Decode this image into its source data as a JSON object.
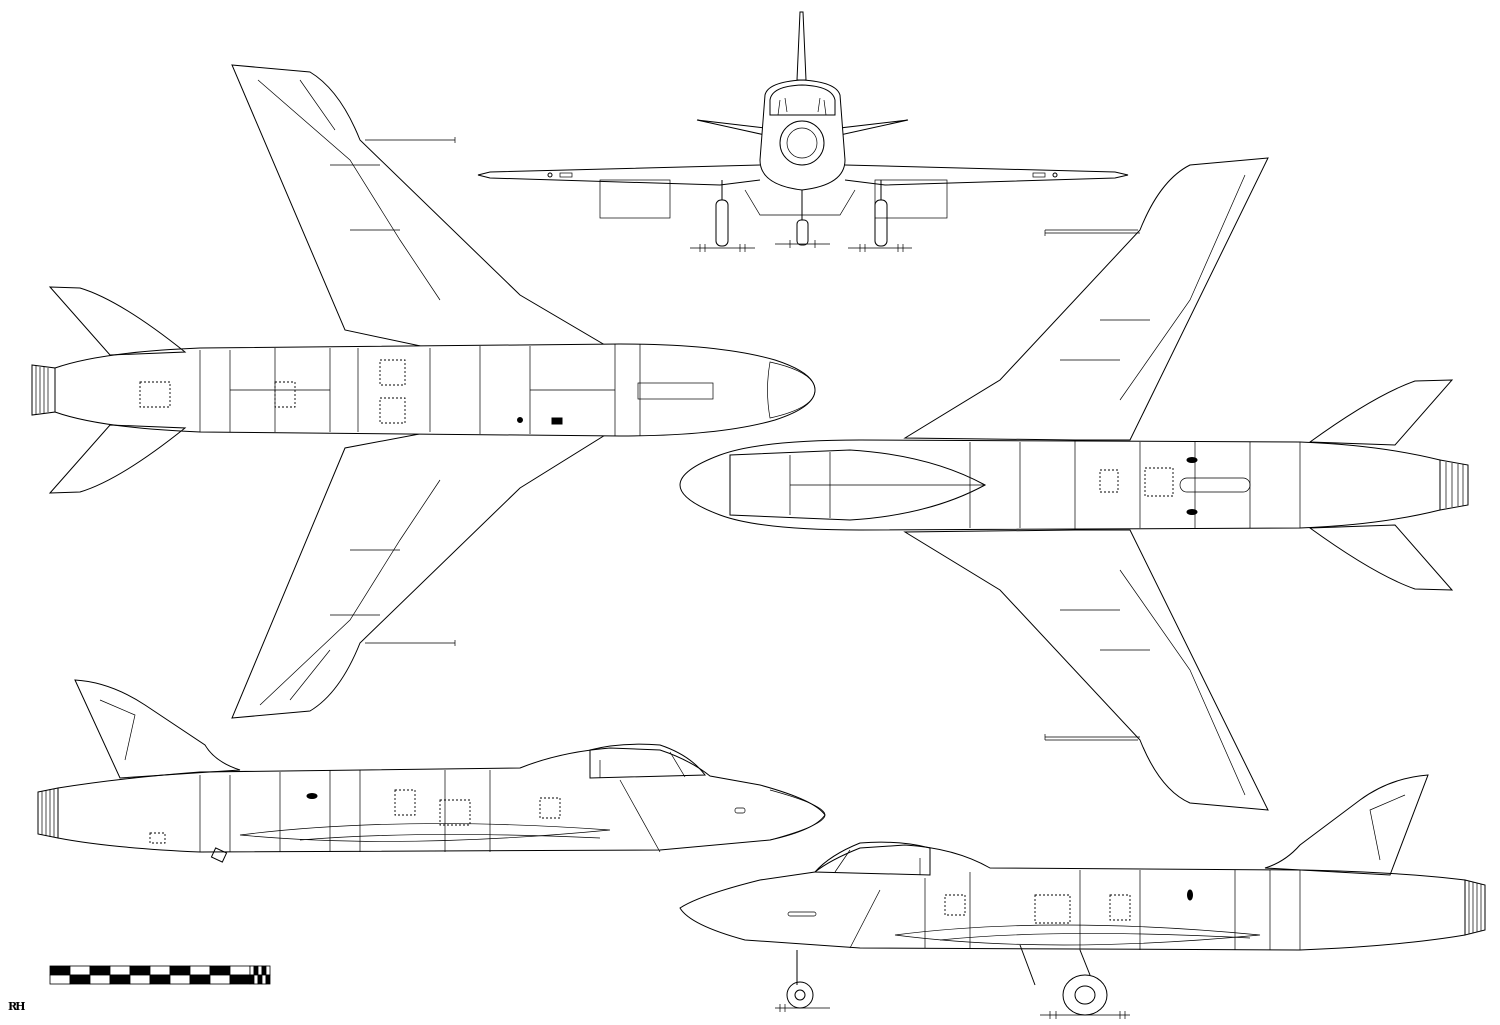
{
  "signature": "RH",
  "colors": {
    "line": "#000000",
    "background": "#ffffff"
  },
  "views": [
    {
      "name": "front-view"
    },
    {
      "name": "top-view"
    },
    {
      "name": "bottom-view"
    },
    {
      "name": "side-view-left"
    },
    {
      "name": "side-view-right"
    }
  ],
  "scale_bar": {
    "segments": 10,
    "fine_segments": 5
  }
}
